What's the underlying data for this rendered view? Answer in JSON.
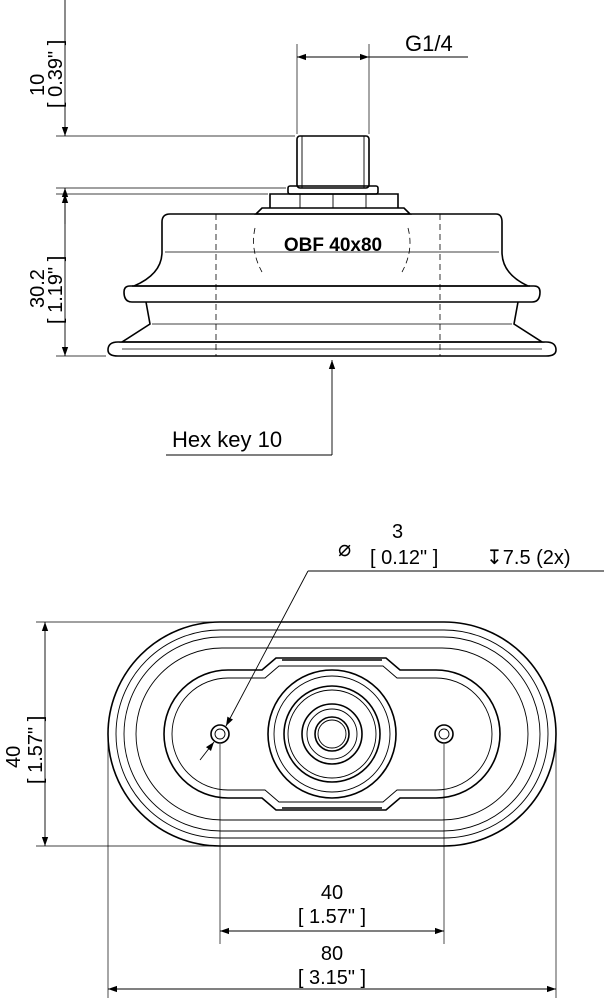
{
  "side_view": {
    "thread_label": "G1/4",
    "marking": "OBF 40x80",
    "hex_key": "Hex key 10",
    "dim_thread_len": {
      "mm": "10",
      "inch": "[ 0.39\" ]"
    },
    "dim_height": {
      "mm": "30.2",
      "inch": "[ 1.19\" ]"
    }
  },
  "top_view": {
    "hole_symbol": "⌀",
    "hole_dia_mm": "3",
    "hole_dia_inch": "[ 0.12\" ]",
    "hole_depth": "↧7.5 (2x)",
    "dim_width": {
      "mm": "40",
      "inch": "[ 1.57\" ]"
    },
    "dim_hole_spacing": {
      "mm": "40",
      "inch": "[ 1.57\" ]"
    },
    "dim_length": {
      "mm": "80",
      "inch": "[ 3.15\" ]"
    }
  }
}
